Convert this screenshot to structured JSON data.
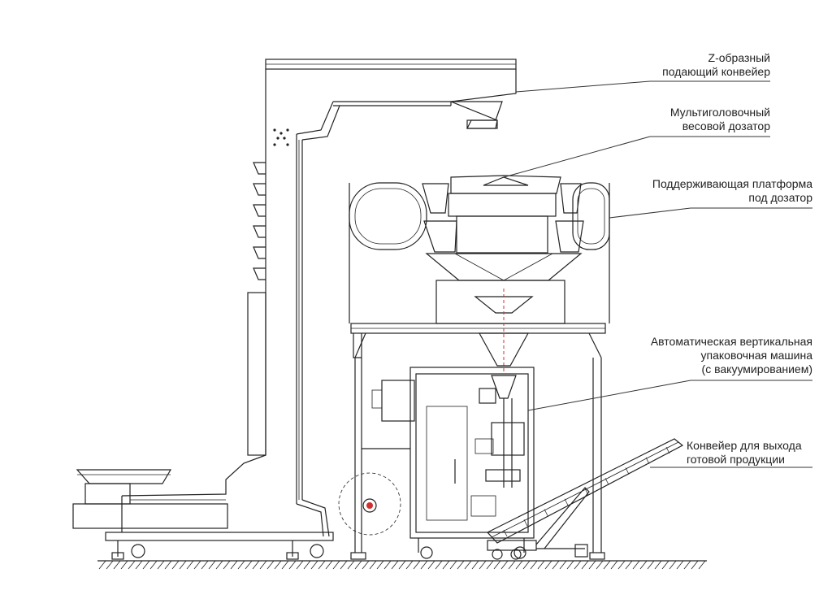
{
  "labels": {
    "z_conveyor": "Z-образный\nподающий конвейер",
    "multihead_weigher": "Мультиголовочный\nвесовой дозатор",
    "support_platform": "Поддерживающая платформа\nпод дозатор",
    "vertical_packer": "Автоматическая вертикальная\nупаковочная машина\n(с вакуумированием)",
    "output_conveyor": "Конвейер для выхода\nготовой продукции"
  },
  "colors": {
    "line": "#222222",
    "accent": "#d03030"
  }
}
